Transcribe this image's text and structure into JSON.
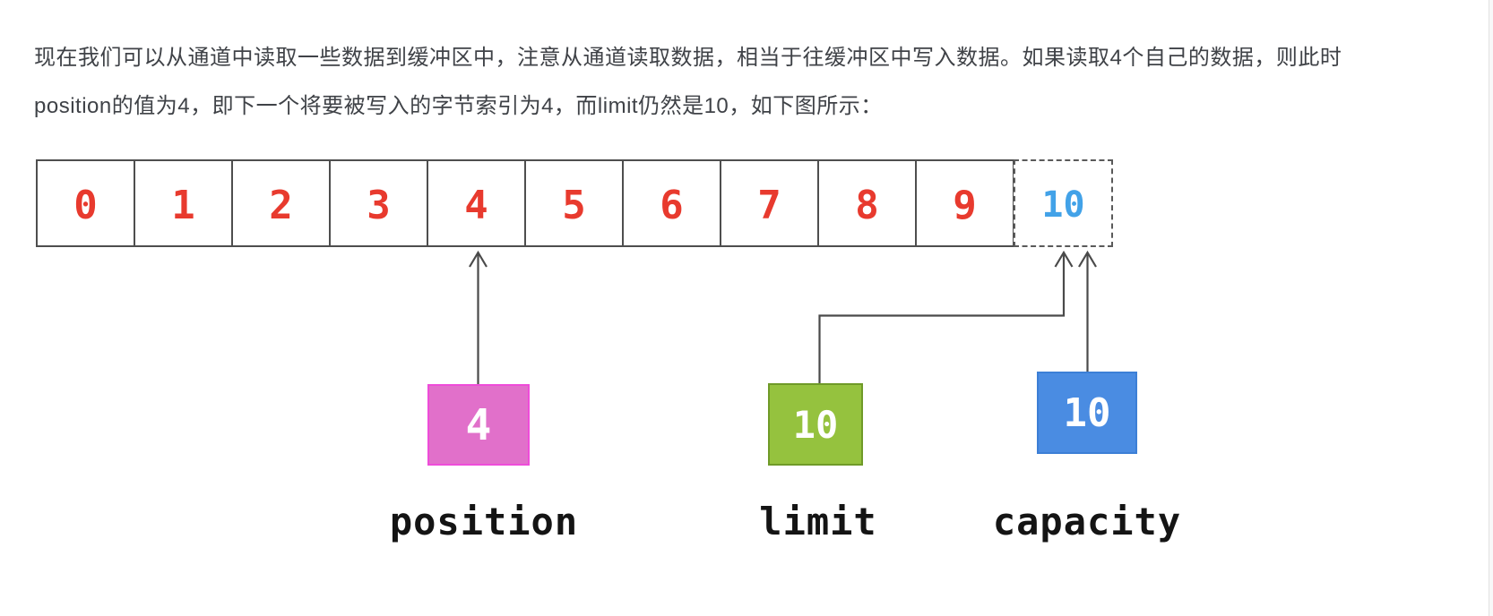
{
  "paragraph": {
    "line1": "现在我们可以从通道中读取一些数据到缓冲区中，注意从通道读取数据，相当于往缓冲区中写入数据。如果读取4个自己的数据，则此时",
    "line2": "position的值为4，即下一个将要被写入的字节索引为4，而limit仍然是10，如下图所示："
  },
  "buffer": {
    "cells": [
      {
        "value": "0"
      },
      {
        "value": "1"
      },
      {
        "value": "2"
      },
      {
        "value": "3"
      },
      {
        "value": "4"
      },
      {
        "value": "5"
      },
      {
        "value": "6"
      },
      {
        "value": "7"
      },
      {
        "value": "8"
      },
      {
        "value": "9"
      }
    ],
    "capacity_cell": {
      "value": "10"
    }
  },
  "pointers": {
    "position": {
      "value": "4",
      "label": "position"
    },
    "limit": {
      "value": "10",
      "label": "limit"
    },
    "capacity": {
      "value": "10",
      "label": "capacity"
    }
  },
  "colors": {
    "cell_number_red": "#e83a2e",
    "capacity_number_blue": "#42a2e8",
    "position_box_fill": "#e170ca",
    "position_box_border": "#ee4cd9",
    "limit_box_fill": "#95c23e",
    "limit_box_border": "#6f9a28",
    "capacity_box_fill": "#4a8ce2",
    "capacity_box_border": "#3c7fd6",
    "arrow_gray": "#4a4a4a",
    "paragraph_text": "#3f4247"
  }
}
